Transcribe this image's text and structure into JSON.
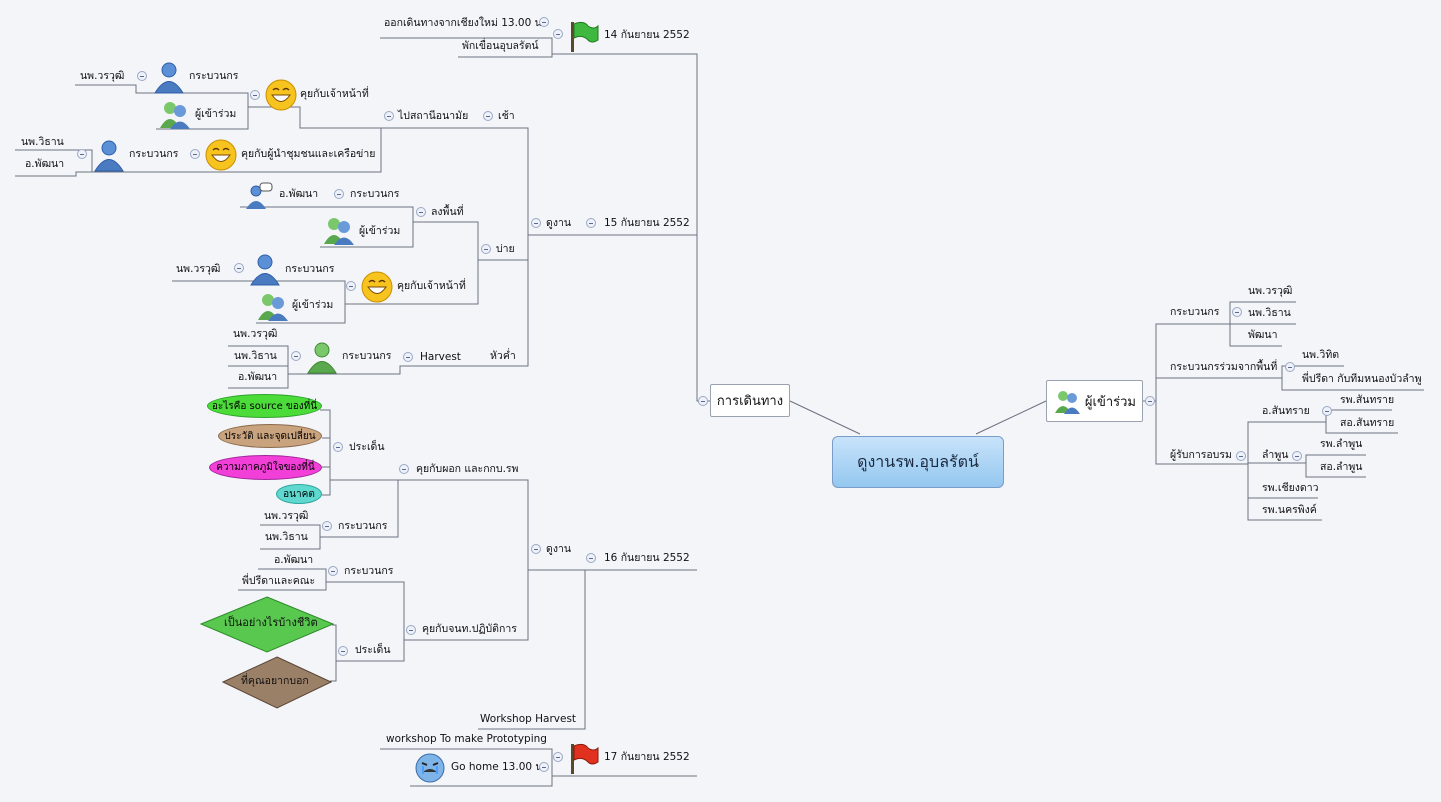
{
  "root": "ดูงานรพ.อุบลรัตน์",
  "journey": {
    "label": "การเดินทาง",
    "day1": {
      "date": "14 กันยายน 2552",
      "item1": "ออกเดินทางจากเชียงใหม่ 13.00 น.",
      "item2": "พักเขื่อนอุบลรัตน์"
    },
    "day2": {
      "date": "15 กันยายน 2552",
      "visit": "ดูงาน",
      "morning": "เช้า",
      "clinic": "ไปสถานีอนามัย",
      "talk_officer": "คุยกับเจ้าหน้าที่",
      "facilitator": "กระบวนกร",
      "participants": "ผู้เข้าร่วม",
      "talk_leaders": "คุยกับผู้นำชุมชนและเครือข่าย",
      "dr_worawut": "นพ.วรวุฒิ",
      "dr_withan": "นพ.วิธาน",
      "a_pattana": "อ.พัฒนา",
      "afternoon": "บ่าย",
      "field": "ลงพื้นที่",
      "evening": "หัวค่ำ",
      "harvest": "Harvest",
      "dr_withan2": "นพ.วิธาน"
    },
    "day3": {
      "date": "16 กันยายน 2552",
      "visit": "ดูงาน",
      "talk_director": "คุยกับผอก และกกบ.รพ",
      "issues": "ประเด็น",
      "issue1": "อะไรคือ source ของที่นี่",
      "issue2": "ประวัติ และจุดเปลี่ยน",
      "issue3": "ความภาคภูมิใจของที่นี่",
      "issue4": "อนาคต",
      "facilitator": "กระบวนกร",
      "dr_worawut": "นพ.วรวุฒิ",
      "dr_withan": "นพ.วิธาน",
      "talk_staff": "คุยกับจนท.ปฏิบัติการ",
      "a_pattana": "อ.พัฒนา",
      "preeda": "พี่ปรีดาและคณะ",
      "diamond1": "เป็นอย่างไรบ้างชีวิต",
      "diamond2": "ที่คุณอยากบอก",
      "workshop": "Workshop  Harvest"
    },
    "day4": {
      "date": "17 กันยายน 2552",
      "item1": "workshop To make Prototyping",
      "item2": "Go home 13.00 น."
    }
  },
  "participants": {
    "label": "ผู้เข้าร่วม",
    "facilitators": {
      "label": "กระบวนกร",
      "items": [
        "นพ.วรวุฒิ",
        "นพ.วิธาน",
        "พัฒนา"
      ]
    },
    "local": {
      "label": "กระบวนกรร่วมจากพื้นที่",
      "items": [
        "นพ.วิทิต",
        "พี่ปรีดา กับทีมหนองบัวลำพู"
      ]
    },
    "trainees": {
      "label": "ผู้รับการอบรม",
      "sansai": "อ.สันทราย",
      "sansai_items": [
        "รพ.สันทราย",
        "สอ.สันทราย"
      ],
      "lamphun": "ลำพูน",
      "lamphun_items": [
        "รพ.ลำพูน",
        "สอ.ลำพูน"
      ],
      "chiangdao": "รพ.เชียงดาว",
      "nakhonping": "รพ.นครพิงค์"
    }
  },
  "colors": {
    "issue1": "#4cdc3a",
    "issue2": "#c9a27e",
    "issue3": "#f23fd8",
    "issue4": "#5fd8cf",
    "diamond1": "#58c84e",
    "diamond2": "#9b8068",
    "line": "#6b7280"
  }
}
